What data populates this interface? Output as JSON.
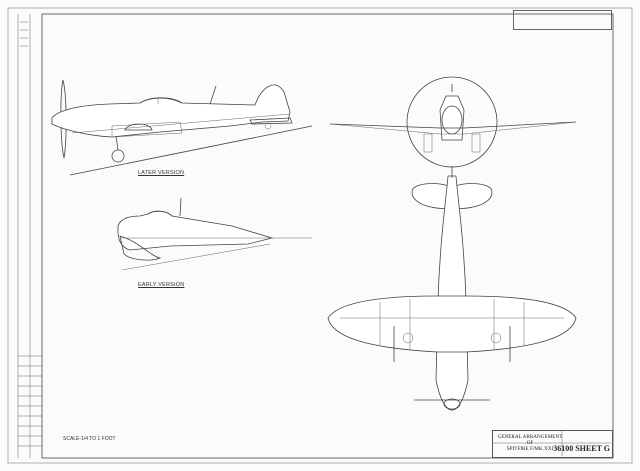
{
  "views": {
    "later_version_label": "LATER VERSION",
    "early_version_label": "EARLY VERSION"
  },
  "scale_note": "SCALE-1/4 TO 1 FOOT",
  "title_block": {
    "title_line1": "GENERAL ARRANGEMENT",
    "title_line2": "OF",
    "title_line3": "SPITFIRE F/MK.XXI",
    "drawing_number": "36100 SHEET G"
  }
}
